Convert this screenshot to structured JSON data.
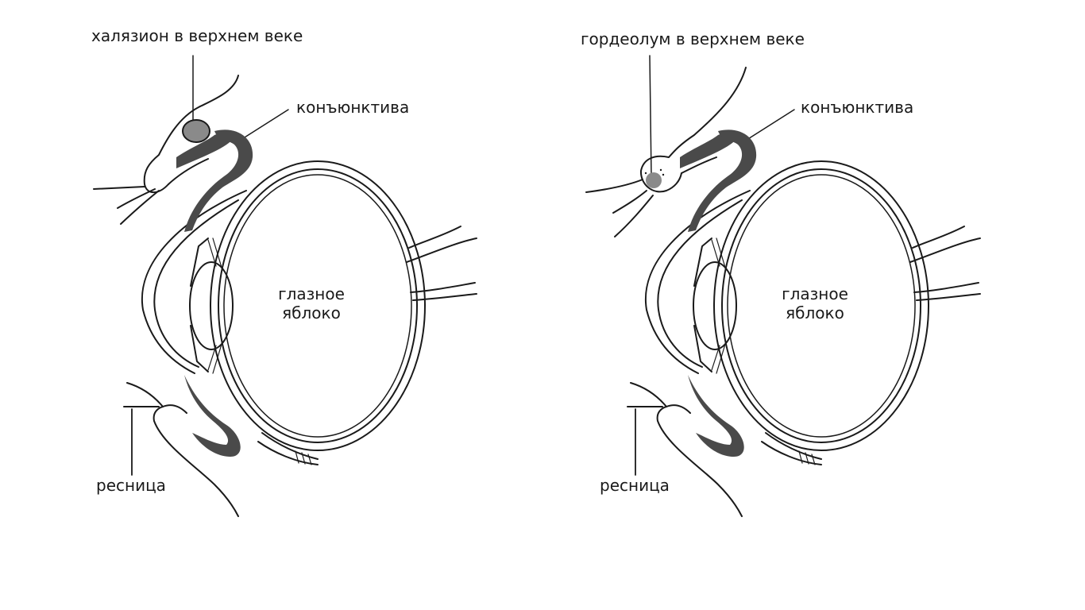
{
  "colors": {
    "line": "#1a1a1a",
    "conjunctiva": "#4a4a4a",
    "lesion": "#8a8a8a",
    "background": "#ffffff"
  },
  "panels": [
    {
      "lesion_type": "chalazion",
      "lesion_label": "халязион в верхнем веке",
      "conjunctiva_label": "конъюнктива",
      "eyeball_line1": "глазное",
      "eyeball_line2": "яблоко",
      "eyelash_label": "ресница"
    },
    {
      "lesion_type": "hordeolum",
      "lesion_label": "гордеолум в верхнем веке",
      "conjunctiva_label": "конъюнктива",
      "eyeball_line1": "глазное",
      "eyeball_line2": "яблоко",
      "eyelash_label": "ресница"
    }
  ]
}
